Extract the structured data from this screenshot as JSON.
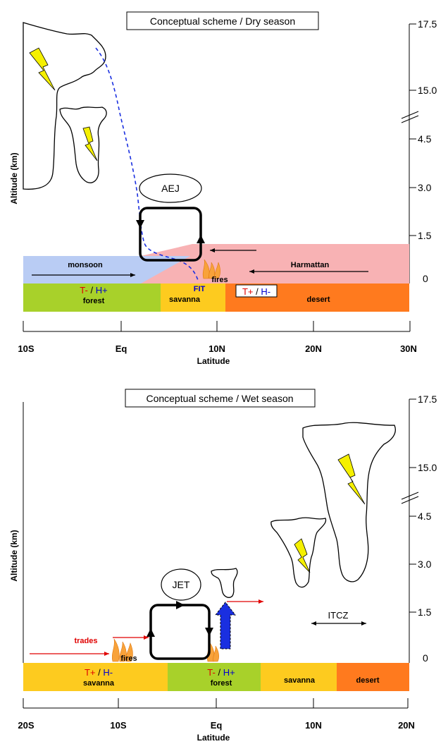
{
  "colors": {
    "forest": "#a8d12a",
    "savanna": "#fdcb1f",
    "desert": "#ff7a1e",
    "monsoon": "#b9ccf4",
    "harmattan": "#f8b2b4",
    "warm_red": "#e00000",
    "humid_blue": "#0000cc",
    "flow_arrow": "#e00000",
    "uplift_arrow": "#1a2fe0",
    "lightning": "#f5f000",
    "fire": "#f8a23a",
    "fit_line": "#1a2fe0"
  },
  "icons": {
    "lightning": "lightning-bolt-icon",
    "fire": "fire-icon",
    "cloud": "cloud-outline-icon"
  },
  "dry": {
    "title": "Conceptual scheme / Dry season",
    "y_axis_label": "Altitude (km)",
    "x_axis_label": "Latitude",
    "altitude_ticks": [
      "17.5",
      "15.0",
      "4.5",
      "3.0",
      "1.5",
      "0"
    ],
    "latitude_ticks": [
      "10S",
      "Eq",
      "10N",
      "20N",
      "30N"
    ],
    "zones": [
      {
        "name": "forest",
        "color_key": "forest"
      },
      {
        "name": "savanna",
        "color_key": "savanna"
      },
      {
        "name": "desert",
        "color_key": "desert"
      }
    ],
    "forest_thermo": {
      "t": "T-",
      "sep": " / ",
      "h": "H+"
    },
    "desert_thermo": {
      "t": "T+",
      "sep": " / ",
      "h": "H-"
    },
    "monsoon_label": "monsoon",
    "harmattan_label": "Harmattan",
    "jet_label": "AEJ",
    "fit_label": "FIT",
    "fires_label": "fires"
  },
  "wet": {
    "title": "Conceptual scheme / Wet season",
    "y_axis_label": "Altitude (km)",
    "x_axis_label": "Latitude",
    "altitude_ticks": [
      "17.5",
      "15.0",
      "4.5",
      "3.0",
      "1.5",
      "0"
    ],
    "latitude_ticks": [
      "20S",
      "10S",
      "Eq",
      "10N",
      "20N"
    ],
    "zones": [
      {
        "name": "savanna",
        "color_key": "savanna"
      },
      {
        "name": "forest",
        "color_key": "forest"
      },
      {
        "name": "savanna",
        "color_key": "savanna"
      },
      {
        "name": "desert",
        "color_key": "desert"
      }
    ],
    "savanna_thermo": {
      "t": "T+",
      "sep": " / ",
      "h": "H-"
    },
    "forest_thermo": {
      "t": "T-",
      "sep": " / ",
      "h": "H+"
    },
    "trades_label": "trades",
    "fires_label": "fires",
    "jet_label": "JET",
    "itcz_label": "ITCZ"
  }
}
